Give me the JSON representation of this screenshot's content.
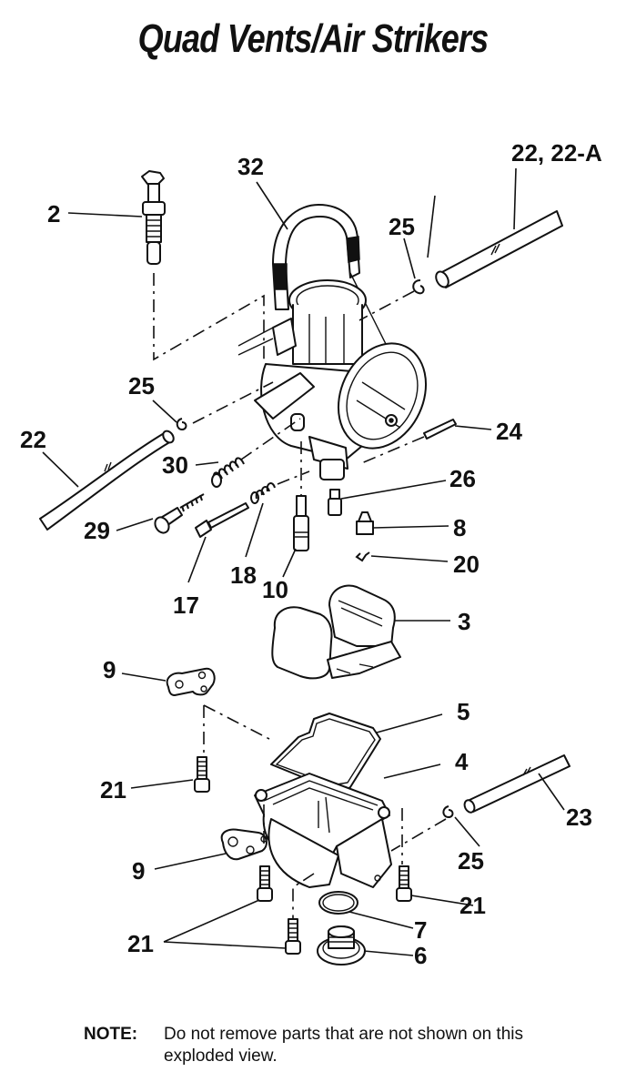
{
  "title": "Quad Vents/Air Strikers",
  "diagram": {
    "type": "exploded-parts-view",
    "subject": "carburetor",
    "callouts": [
      {
        "id": "2",
        "label": "2"
      },
      {
        "id": "32",
        "label": "32"
      },
      {
        "id": "22-22a",
        "label": "22, 22-A"
      },
      {
        "id": "25-top",
        "label": "25"
      },
      {
        "id": "25-left",
        "label": "25"
      },
      {
        "id": "22-left",
        "label": "22"
      },
      {
        "id": "24",
        "label": "24"
      },
      {
        "id": "30",
        "label": "30"
      },
      {
        "id": "26",
        "label": "26"
      },
      {
        "id": "29",
        "label": "29"
      },
      {
        "id": "8",
        "label": "8"
      },
      {
        "id": "20",
        "label": "20"
      },
      {
        "id": "18",
        "label": "18"
      },
      {
        "id": "10",
        "label": "10"
      },
      {
        "id": "17",
        "label": "17"
      },
      {
        "id": "3",
        "label": "3"
      },
      {
        "id": "9-top",
        "label": "9"
      },
      {
        "id": "5",
        "label": "5"
      },
      {
        "id": "4",
        "label": "4"
      },
      {
        "id": "21-left",
        "label": "21"
      },
      {
        "id": "23",
        "label": "23"
      },
      {
        "id": "9-bottom",
        "label": "9"
      },
      {
        "id": "25-bottom",
        "label": "25"
      },
      {
        "id": "21-right",
        "label": "21"
      },
      {
        "id": "7",
        "label": "7"
      },
      {
        "id": "21-bottom",
        "label": "21"
      },
      {
        "id": "6",
        "label": "6"
      }
    ]
  },
  "note": {
    "label": "NOTE:",
    "text": "Do not remove parts that are not shown on this exploded view."
  }
}
